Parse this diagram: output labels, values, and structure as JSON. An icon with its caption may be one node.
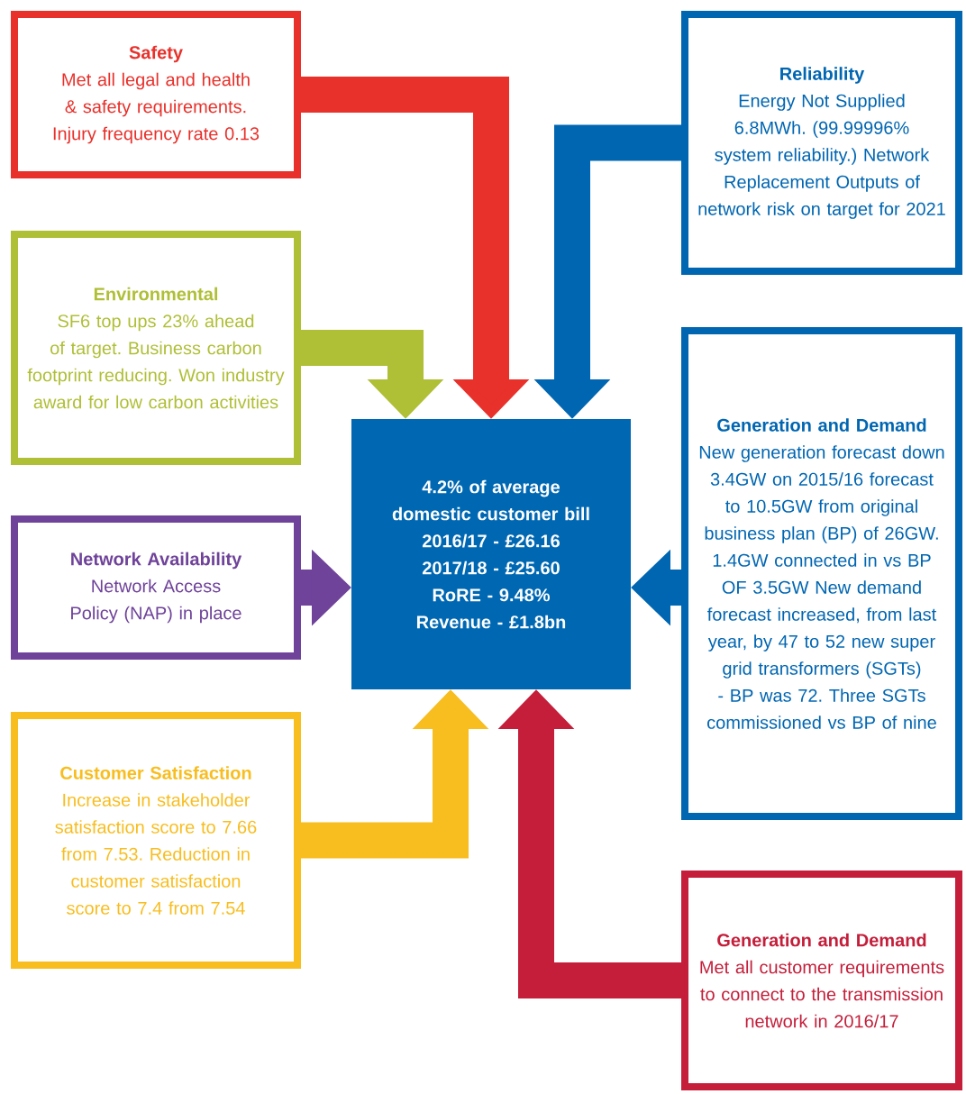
{
  "diagram": {
    "nodes": [
      {
        "text": [
          "Safety",
          "Met all legal and health & safety requirements. Injury frequency rate 0.13"
        ]
      },
      {
        "text": [
          "Reliability",
          "Energy Not Supplied 6.8MWh. (99.99996% system reliability.) Network Replacement Outputs of network risk on target for 2021"
        ]
      },
      {
        "text": [
          "Environmental",
          "SF6 top ups 23% ahead of target. Business carbon footprint reducing. Won industry award for low carbon activities"
        ]
      },
      {
        "text": [
          "Generation and Demand",
          "New generation forecast down 3.4GW on 2015/16 forecast to 10.5GW from original business plan (BP) of 26GW. 1.4GW connected in vs BP OF 3.5GW New demand forecast increased, from last year, by 47 to 52 new super grid transformers (SGTs) - BP was 72. Three SGTs commissioned vs BP of nine"
        ]
      },
      {
        "text": [
          "Network Availability",
          "Network Access Policy (NAP) in place"
        ]
      },
      {
        "text": [
          "4.2% of average domestic customer bill",
          "2016/17 - £26.16",
          "2017/18 - £25.60",
          "RoRE - 9.48%",
          "Revenue - £1.8bn"
        ]
      },
      {
        "text": [
          "Customer Satisfaction",
          "Increase in stakeholder satisfaction score to 7.66 from 7.53. Reduction in customer satisfaction score to 7.4 from 7.54"
        ]
      },
      {
        "text": [
          "Generation and Demand",
          "Met all customer requirements to connect to the transmission network in 2016/17"
        ]
      }
    ],
    "edges": [
      {
        "from": 0,
        "to": 5,
        "arrow": "to",
        "color": "#e8312b"
      },
      {
        "from": 1,
        "to": 5,
        "arrow": "to",
        "color": "#0066b2"
      },
      {
        "from": 2,
        "to": 5,
        "arrow": "to",
        "color": "#afbf36"
      },
      {
        "from": 3,
        "to": 5,
        "arrow": "to",
        "color": "#0066b2"
      },
      {
        "from": 4,
        "to": 5,
        "arrow": "to",
        "color": "#6f439a"
      },
      {
        "from": 6,
        "to": 5,
        "arrow": "to",
        "color": "#f8bd1f"
      },
      {
        "from": 7,
        "to": 5,
        "arrow": "to",
        "color": "#c41e3a"
      }
    ]
  }
}
